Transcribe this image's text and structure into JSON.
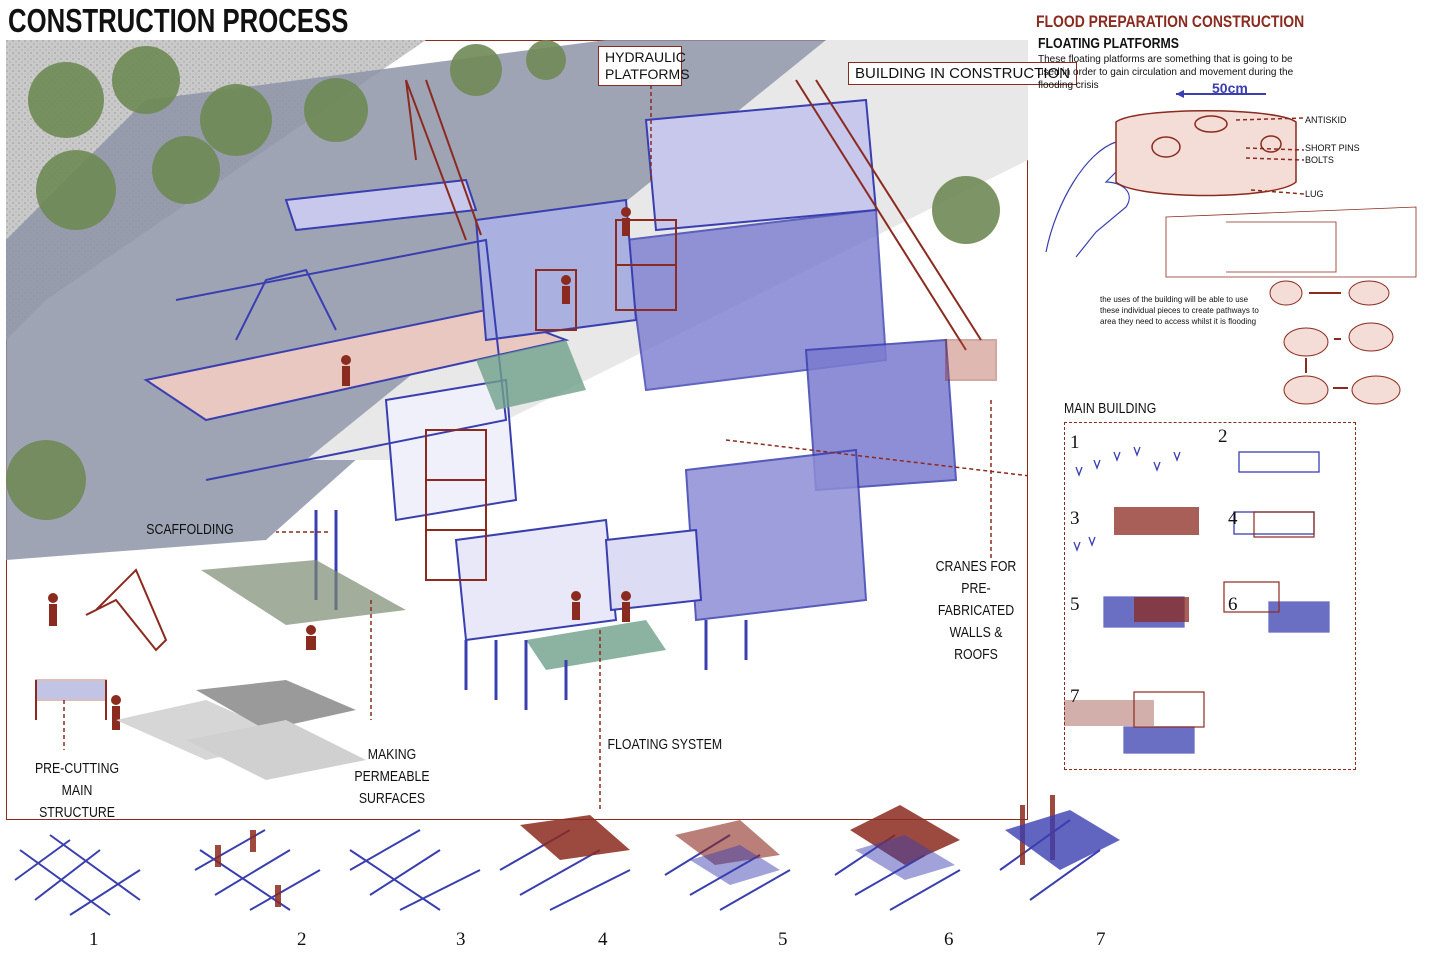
{
  "title": "CONSTRUCTION PROCESS",
  "labels": {
    "hydraulic": "HYDRAULIC\nPLATFORMS",
    "building": "BUILDING IN CONSTRUCTION",
    "scaffolding": "SCAFFOLDING",
    "cranes": "CRANES FOR\nPRE-FABRICATED\nWALLS & ROOFS",
    "precutting": "PRE-CUTTING MAIN\nSTRUCTURE",
    "permeable": "MAKING PERMEABLE\nSURFACES",
    "floating": "FLOATING SYSTEM"
  },
  "flood": {
    "heading": "FLOOD PREPARATION CONSTRUCTION",
    "subheading": "FLOATING PLATFORMS",
    "description": "These floating platforms are something that is going to be used in order to gain circulation and movement during the flooding crisis",
    "dimension": "50cm",
    "callouts": [
      "ANTISKID",
      "SHORT PINS",
      "BOLTS",
      "LUG"
    ],
    "usage": "the uses of the building will be able to use these individual pieces to create pathways to area they need to access whilst it is flooding"
  },
  "main_building": {
    "heading": "MAIN BUILDING",
    "steps": [
      "1",
      "2",
      "3",
      "4",
      "5",
      "6",
      "7"
    ]
  },
  "sequence": [
    "1",
    "2",
    "3",
    "4",
    "5",
    "6",
    "7"
  ],
  "colors": {
    "accent_red": "#8b2a1f",
    "accent_blue": "#3a3fb0",
    "road": "#8e94a8",
    "tree": "#6f8a55"
  }
}
